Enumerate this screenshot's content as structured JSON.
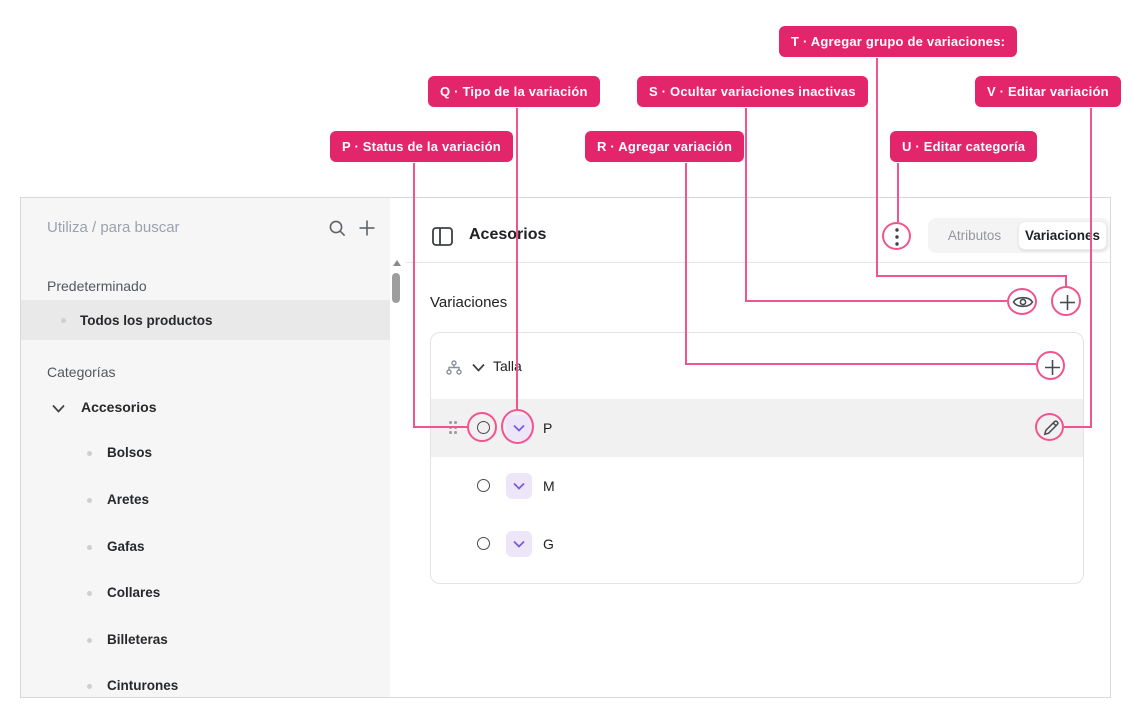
{
  "colors": {
    "badge_pink": "#e3256c",
    "connector_pink": "#f2548e",
    "chevron_purple": "#7a5cd6",
    "chevron_button_bg": "#ece6f8",
    "highlight_row": "#f1f1f2"
  },
  "annotations": {
    "badges": [
      {
        "key": "P",
        "label": "P · Status de la variación"
      },
      {
        "key": "Q",
        "label": "Q · Tipo de la variación"
      },
      {
        "key": "R",
        "label": "R · Agregar variación"
      },
      {
        "key": "S",
        "label": "S · Ocultar variaciones inactivas"
      },
      {
        "key": "T",
        "label": "T · Agregar grupo de variaciones:"
      },
      {
        "key": "U",
        "label": "U · Editar categoría"
      },
      {
        "key": "V",
        "label": "V · Editar variación"
      }
    ]
  },
  "sidebar": {
    "search": {
      "placeholder": "Utiliza / para buscar"
    },
    "groups": [
      {
        "title": "Predeterminado",
        "items": [
          {
            "label": "Todos los productos",
            "selected": true
          }
        ]
      },
      {
        "title": "Categorías",
        "items": [
          {
            "label": "Accesorios",
            "expanded": true,
            "children": [
              "Bolsos",
              "Aretes",
              "Gafas",
              "Collares",
              "Billeteras",
              "Cinturones"
            ]
          }
        ]
      }
    ]
  },
  "main": {
    "header": {
      "title": "Acesorios",
      "tabs": [
        {
          "label": "Atributos",
          "active": false
        },
        {
          "label": "Variaciones",
          "active": true
        }
      ]
    },
    "section": {
      "title": "Variaciones"
    },
    "variant_group": {
      "name": "Talla",
      "variants": [
        {
          "label": "P",
          "highlighted": true
        },
        {
          "label": "M",
          "highlighted": false
        },
        {
          "label": "G",
          "highlighted": false
        }
      ]
    }
  }
}
